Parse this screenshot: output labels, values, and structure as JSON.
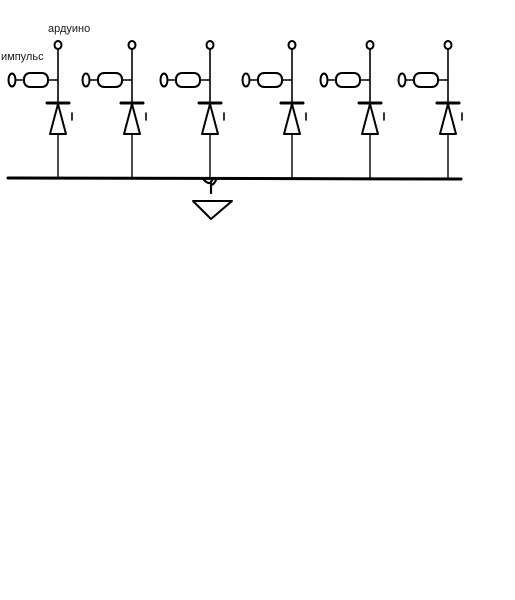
{
  "labels": {
    "arduino": "ардуино",
    "impulse": "импульс"
  },
  "channels": [
    {
      "id": 1
    },
    {
      "id": 2
    },
    {
      "id": 3
    },
    {
      "id": 4
    },
    {
      "id": 5
    },
    {
      "id": 6
    }
  ],
  "colors": {
    "ink": "#000000",
    "background": "#ffffff"
  }
}
